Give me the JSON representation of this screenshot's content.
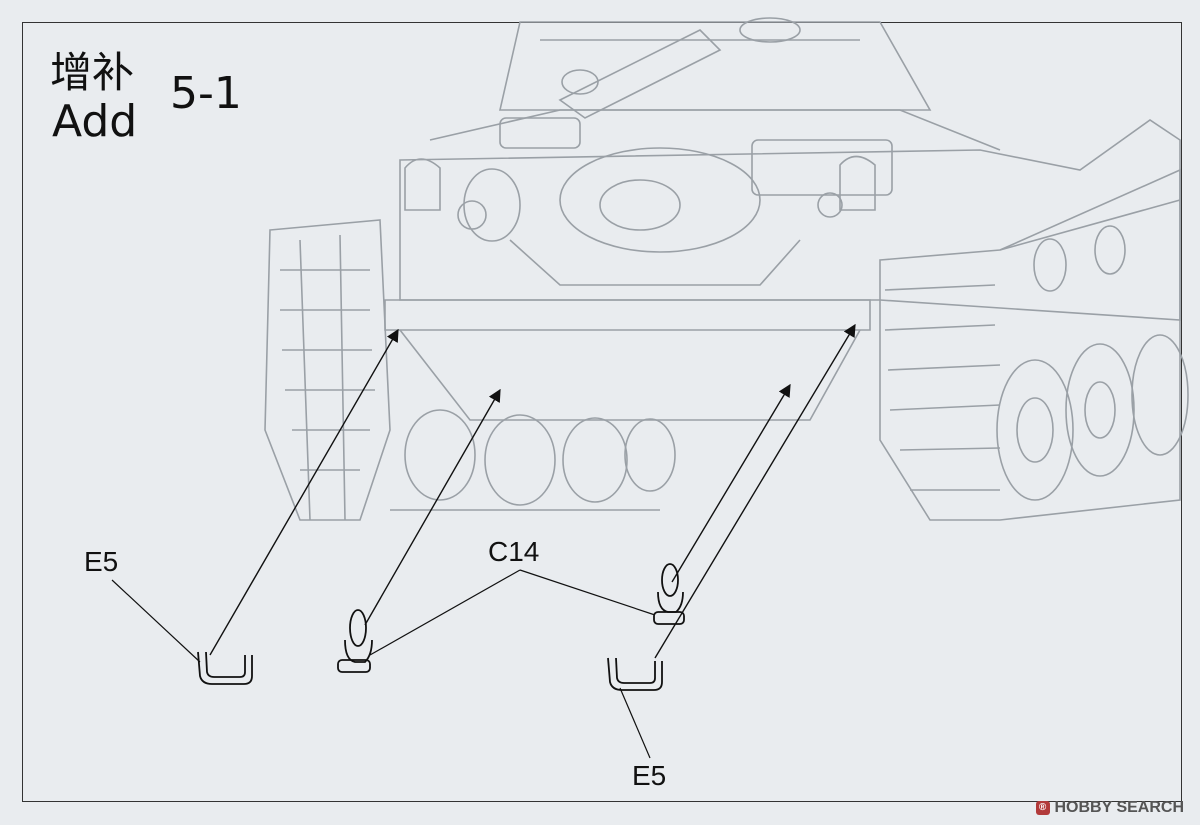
{
  "heading": {
    "chinese": "增补",
    "english": "Add",
    "step": "5-1"
  },
  "parts": {
    "left_bracket": "E5",
    "hooks": "C14",
    "right_bracket": "E5"
  },
  "watermark": {
    "logo": "®",
    "text": "HOBBY SEARCH"
  },
  "colors": {
    "paper": "#e9ecef",
    "ink": "#111111",
    "faint_line": "#9aa0a6"
  }
}
